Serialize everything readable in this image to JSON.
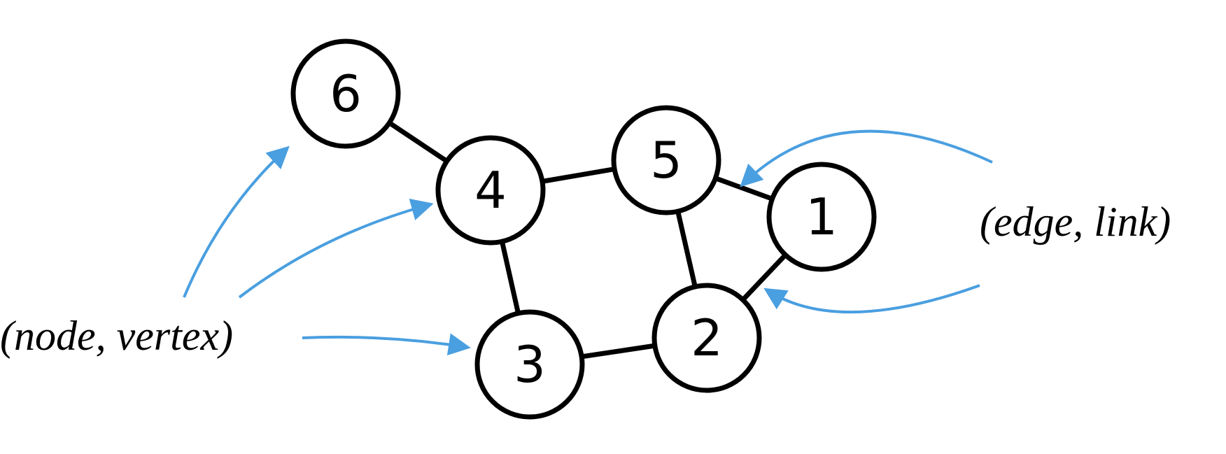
{
  "nodes": [
    {
      "id": "1",
      "label": "1"
    },
    {
      "id": "2",
      "label": "2"
    },
    {
      "id": "3",
      "label": "3"
    },
    {
      "id": "4",
      "label": "4"
    },
    {
      "id": "5",
      "label": "5"
    },
    {
      "id": "6",
      "label": "6"
    }
  ],
  "edges": [
    {
      "from": "6",
      "to": "4"
    },
    {
      "from": "4",
      "to": "5"
    },
    {
      "from": "4",
      "to": "3"
    },
    {
      "from": "5",
      "to": "1"
    },
    {
      "from": "5",
      "to": "2"
    },
    {
      "from": "1",
      "to": "2"
    },
    {
      "from": "3",
      "to": "2"
    }
  ],
  "annotations": {
    "node_label": "(node, vertex)",
    "edge_label": "(edge, link)"
  },
  "colors": {
    "node_stroke": "#000000",
    "node_fill": "#ffffff",
    "edge": "#000000",
    "arrow": "#4a9fe0"
  }
}
